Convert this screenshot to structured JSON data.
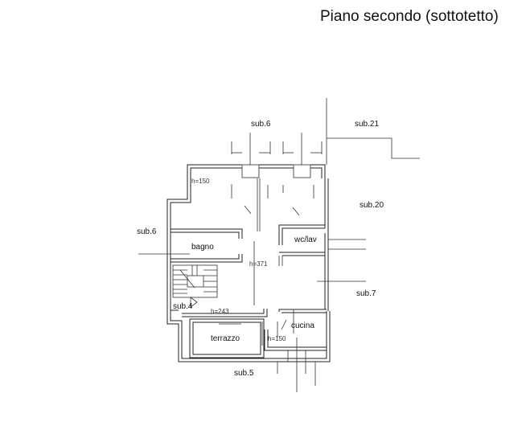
{
  "title": "Piano secondo (sottotetto)",
  "labels": {
    "sub6_top": "sub.6",
    "sub21": "sub.21",
    "sub20": "sub.20",
    "sub6_left": "sub.6",
    "bagno": "bagno",
    "wc_lav": "wc/lav",
    "h371": "h=371",
    "sub7": "sub.7",
    "sub4": "sub.4",
    "h243": "h=243",
    "cucina": "cucina",
    "terrazzo": "terrazzo",
    "h150_top": "h=150",
    "h150_bottom": "h=150",
    "sub5": "sub.5"
  }
}
